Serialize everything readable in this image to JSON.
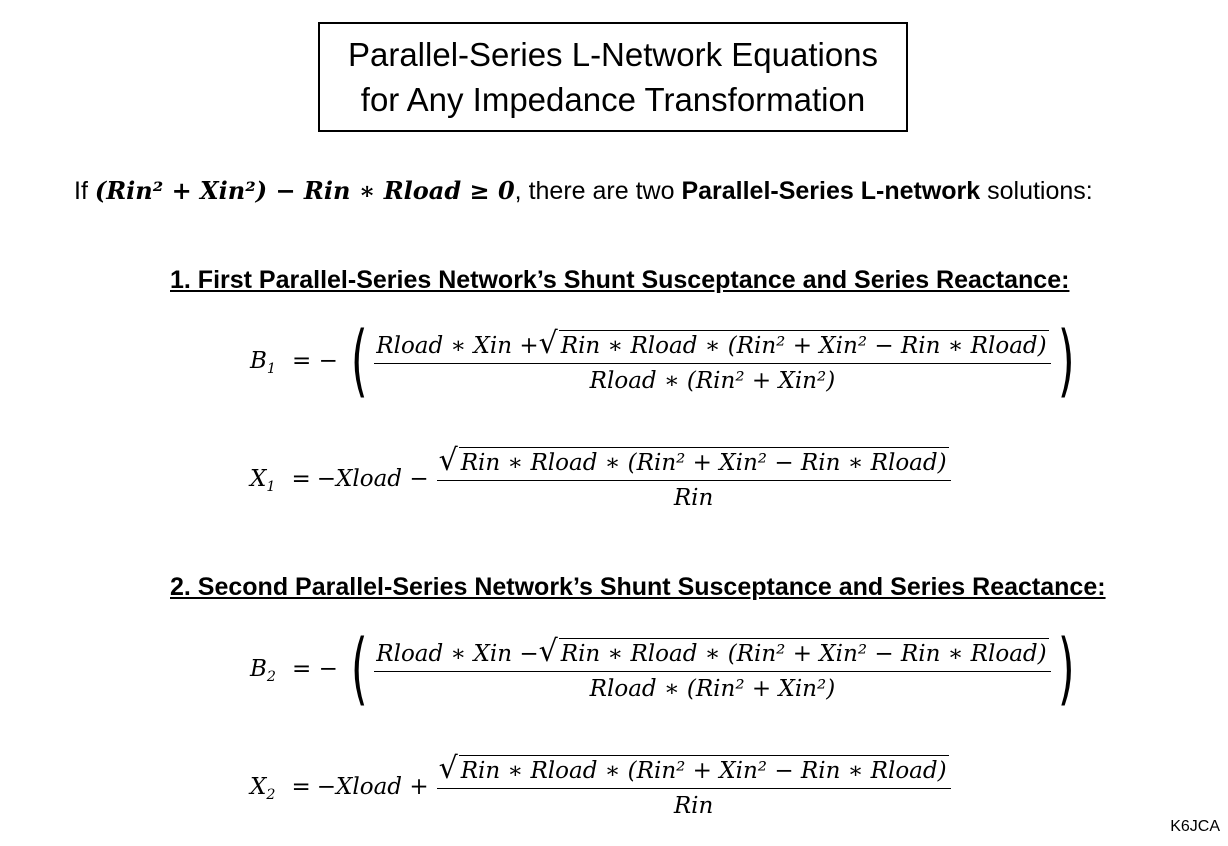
{
  "title": {
    "line1": "Parallel-Series L-Network Equations",
    "line2": "for Any Impedance Transformation"
  },
  "condition": {
    "prefix": "If",
    "expression_lhs": "(Rin² + Xin²) − Rin ∗ Rload ≥ 0",
    "middle": ", there are two",
    "bold_term": "Parallel-Series L-network",
    "suffix": "solutions:"
  },
  "section1": {
    "heading": "1. First Parallel-Series Network’s Shunt Susceptance and Series Reactance:",
    "b_label": "B",
    "b_sub": "1",
    "b_num_pre": "Rload ∗ Xin +",
    "b_radicand": "Rin ∗ Rload ∗ (Rin² + Xin² − Rin ∗ Rload)",
    "b_den": "Rload ∗ (Rin² + Xin²)",
    "x_label": "X",
    "x_sub": "1",
    "x_pre": "−Xload −",
    "x_radicand": "Rin ∗ Rload ∗ (Rin² + Xin² − Rin ∗ Rload)",
    "x_den": "Rin"
  },
  "section2": {
    "heading": "2. Second Parallel-Series Network’s Shunt Susceptance and Series Reactance:",
    "b_label": "B",
    "b_sub": "2",
    "b_num_pre": "Rload ∗ Xin −",
    "b_radicand": "Rin ∗ Rload ∗ (Rin² + Xin² − Rin ∗ Rload)",
    "b_den": "Rload ∗ (Rin² + Xin²)",
    "x_label": "X",
    "x_sub": "2",
    "x_pre": "−Xload +",
    "x_radicand": "Rin ∗ Rload ∗ (Rin² + Xin² − Rin ∗ Rload)",
    "x_den": "Rin"
  },
  "footer": {
    "credit": "K6JCA"
  }
}
